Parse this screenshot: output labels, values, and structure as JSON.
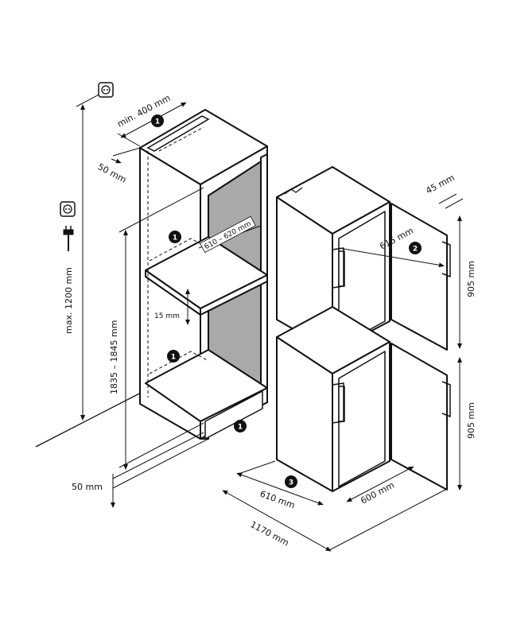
{
  "colors": {
    "line": "#111111",
    "interior_fill": "#a9a9a9",
    "body_fill": "#ffffff",
    "marker_fill": "#111111"
  },
  "icons": [
    "power-socket-icon",
    "power-plug-icon"
  ],
  "markers": [
    "1",
    "1",
    "1",
    "1",
    "2",
    "3"
  ],
  "dimensions": {
    "min_400": "min. 400 mm",
    "top_50": "50 mm",
    "max_1200": "max. 1200 mm",
    "niche_depth": "610 – 620 mm",
    "gap_15": "15 mm",
    "niche_height": "1835 – 1845 mm",
    "bottom_50": "50 mm",
    "door_45": "45 mm",
    "door_615": "615 mm",
    "upper_905": "905 mm",
    "lower_905": "905 mm",
    "depth_610": "610 mm",
    "width_600": "600 mm",
    "open_1170": "1170 mm"
  }
}
